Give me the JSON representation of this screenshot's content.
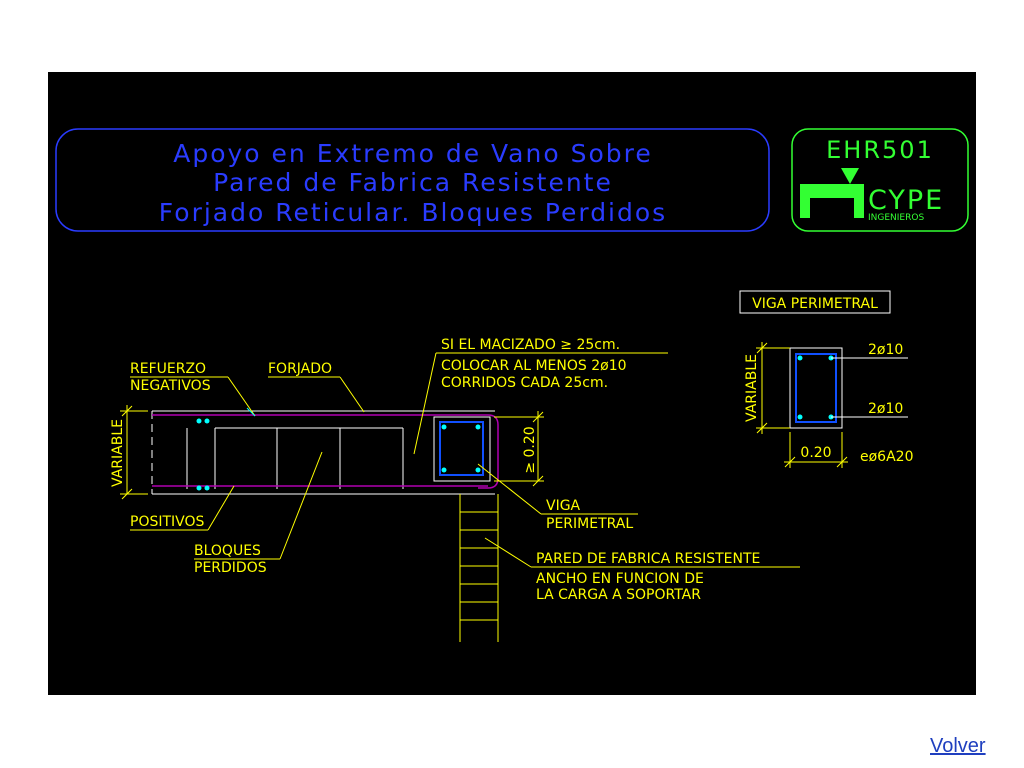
{
  "title": {
    "line1": "Apoyo en Extremo de Vano Sobre",
    "line2": "Pared de Fabrica Resistente",
    "line3": "Forjado Reticular. Bloques Perdidos"
  },
  "logo": {
    "code": "EHR501",
    "brand": "CYPE",
    "sub": "INGENIEROS"
  },
  "labels": {
    "refuerzo": "REFUERZO",
    "negativos": "NEGATIVOS",
    "forjado": "FORJADO",
    "macizado1": "SI EL MACIZADO ≥ 25cm.",
    "macizado2": "COLOCAR AL MENOS 2ø10",
    "macizado3": "CORRIDOS CADA 25cm.",
    "variable_left": "VARIABLE",
    "dim_020_vertical": "≥ 0.20",
    "positivos": "POSITIVOS",
    "bloques": "BLOQUES",
    "perdidos": "PERDIDOS",
    "viga": "VIGA",
    "perimetral": "PERIMETRAL",
    "pared1": "PARED DE FABRICA RESISTENTE",
    "pared2": "ANCHO EN FUNCION DE",
    "pared3": "LA CARGA A SOPORTAR"
  },
  "section": {
    "title": "VIGA PERIMETRAL",
    "top_bars": "2ø10",
    "bottom_bars": "2ø10",
    "variable": "VARIABLE",
    "width": "0.20",
    "stirrups": "eø6A20"
  },
  "colors": {
    "background": "#000000",
    "title_blue": "#2a3cff",
    "cad_white": "#ffffff",
    "cad_yellow": "#ffff00",
    "cad_cyan": "#00ffff",
    "cad_magenta": "#b000b0",
    "logo_green": "#33ff33"
  },
  "nav": {
    "back": "Volver"
  }
}
